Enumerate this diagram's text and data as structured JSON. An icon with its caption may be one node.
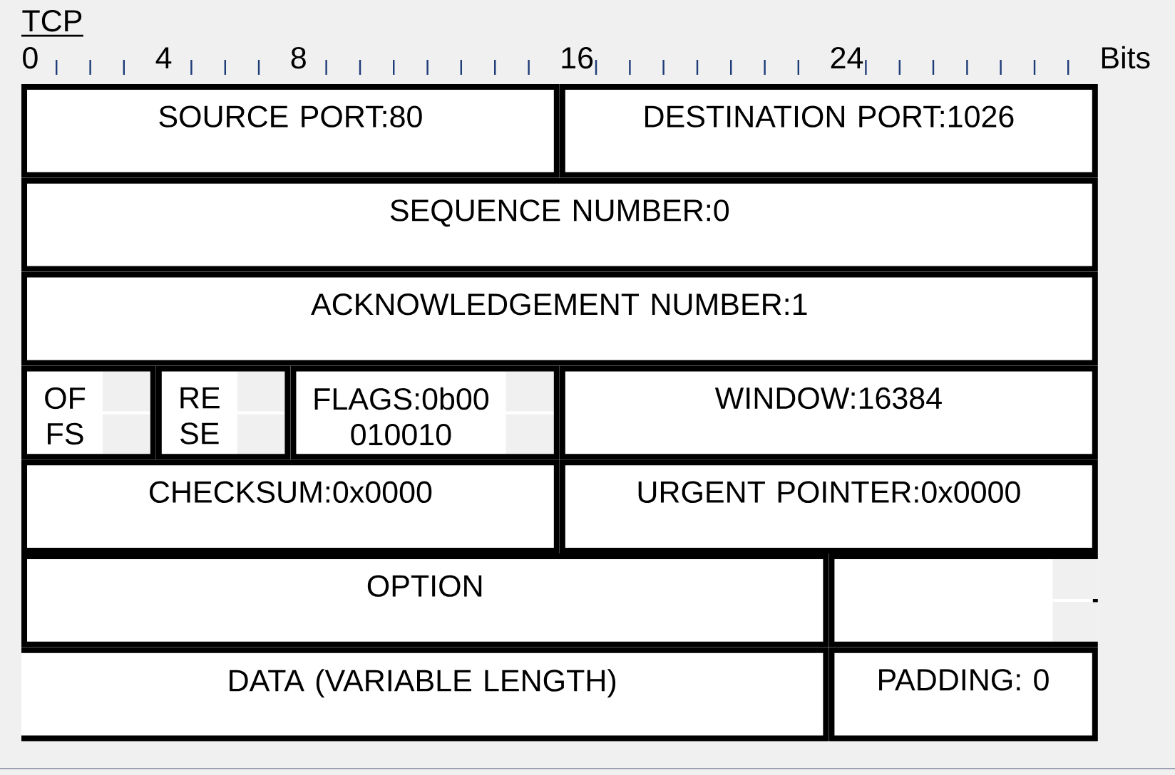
{
  "diagram": {
    "title": "TCP",
    "nodes": [
      {
        "text": [
          "SOURCE PORT:80"
        ]
      },
      {
        "text": [
          "DESTINATION PORT:1026"
        ]
      },
      {
        "text": [
          "SEQUENCE NUMBER:0"
        ]
      },
      {
        "text": [
          "ACKNOWLEDGEMENT NUMBER:1"
        ]
      },
      {
        "text": [
          "OF FS"
        ]
      },
      {
        "text": [
          "RE SE"
        ]
      },
      {
        "text": [
          "FLAGS:0b00 010010"
        ]
      },
      {
        "text": [
          "WINDOW:16384"
        ]
      },
      {
        "text": [
          "CHECKSUM:0x0000"
        ]
      },
      {
        "text": [
          "URGENT POINTER:0x0000"
        ]
      },
      {
        "text": [
          "OPTION"
        ]
      },
      {
        "text": [],
        "shape": "box"
      },
      {
        "text": [
          "DATA (VARIABLE LENGTH)"
        ]
      },
      {
        "text": [
          "PADDING: 0"
        ]
      }
    ],
    "labels": [
      "0",
      "4",
      "8",
      "16",
      "24",
      "Bits"
    ]
  }
}
